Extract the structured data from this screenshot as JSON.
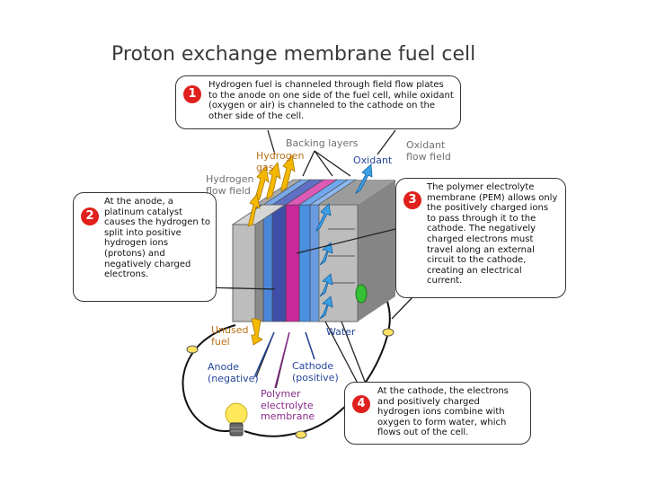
{
  "title": "Proton exchange membrane fuel cell",
  "callouts": [
    {
      "num": "1",
      "text": "Hydrogen fuel is channeled through field flow plates to the anode on one side of the fuel cell, while oxidant (oxygen or air) is channeled to the cathode on the other side of the cell."
    },
    {
      "num": "2",
      "text": "At the anode, a platinum catalyst causes the hydrogen to split into positive hydrogen ions (protons) and negatively charged electrons."
    },
    {
      "num": "3",
      "text": "The polymer electrolyte membrane (PEM) allows only the positively charged ions to pass through it to the cathode. The negatively charged electrons must travel along an external circuit to the cathode, creating an electrical current."
    },
    {
      "num": "4",
      "text": "At the cathode, the electrons and positively charged hydrogen ions combine with oxygen to form water, which flows out of the cell."
    }
  ],
  "labels": {
    "backing_layers": "Backing layers",
    "oxidant_flow_field_1": "Oxidant",
    "oxidant_flow_field_2": "flow field",
    "hydrogen_gas_1": "Hydrogen",
    "hydrogen_gas_2": "gas",
    "oxidant": "Oxidant",
    "hydrogen_flow_field_1": "Hydrogen",
    "hydrogen_flow_field_2": "flow field",
    "unused_fuel_1": "Unused",
    "unused_fuel_2": "fuel",
    "water": "Water",
    "anode_1": "Anode",
    "anode_2": "(negative)",
    "cathode_1": "Cathode",
    "cathode_2": "(positive)",
    "polymer_1": "Polymer",
    "polymer_2": "electrolyte",
    "polymer_3": "membrane"
  },
  "colors": {
    "callout_number_bg": "#e0201c",
    "orange_label": "#b87018",
    "blue_label": "#25469a",
    "purple_label": "#8a2a8a",
    "gray_label": "#707070",
    "anode_layer": "#3f4fa8",
    "membrane": "#c8289a",
    "cathode_layer": "#4a8fe0",
    "hydrogen_arrow": "#f5b800",
    "oxidant_arrow": "#3ca0e6",
    "catalyst_green": "#35c035",
    "bulb": "#ffe85a"
  }
}
